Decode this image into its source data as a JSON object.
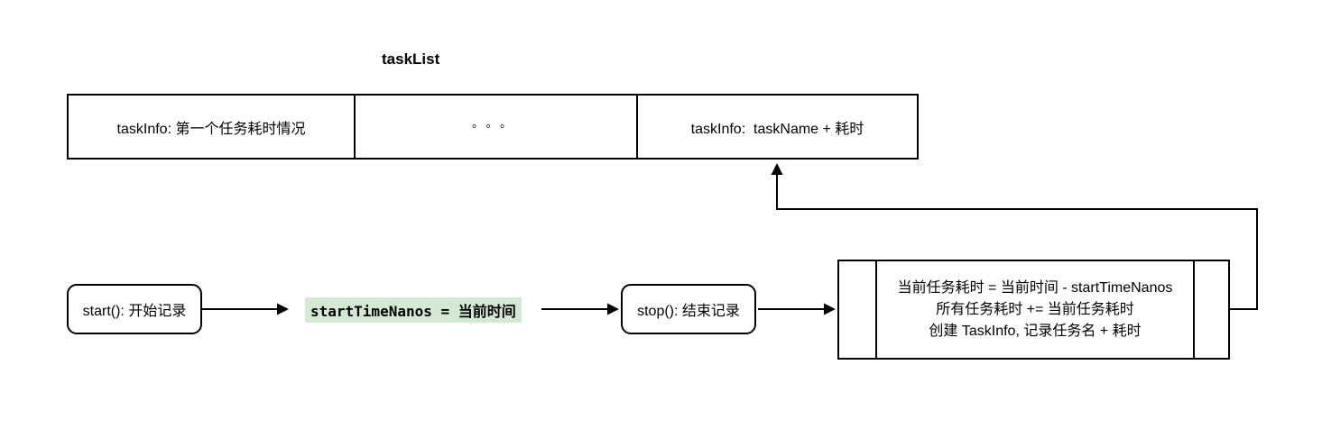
{
  "diagram": {
    "title": "taskList",
    "task_list_table": {
      "cells": [
        {
          "label": "taskInfo: 第一个任务耗时情况"
        },
        {
          "label": "。。。"
        },
        {
          "label": "taskInfo:  taskName + 耗时"
        }
      ]
    },
    "flow": {
      "start_label": "start(): 开始记录",
      "assign_code": "startTimeNanos = 当前时间",
      "stop_label": "stop(): 结束记录",
      "stop_detail_lines": [
        "当前任务耗时 = 当前时间 - startTimeNanos",
        "所有任务耗时 += 当前任务耗时",
        "创建 TaskInfo, 记录任务名 + 耗时"
      ]
    },
    "colors": {
      "assign_highlight": "#d5e8d4",
      "line_color": "#000000",
      "background": "#ffffff"
    }
  }
}
